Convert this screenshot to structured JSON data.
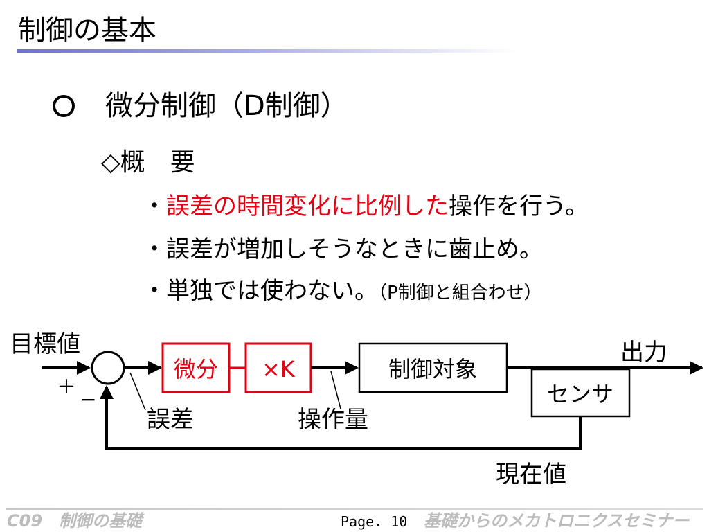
{
  "header": {
    "title": "制御の基本"
  },
  "section": {
    "heading": "微分制御（D制御）",
    "sub_heading": "◇概　要",
    "points": [
      {
        "bullet": "・",
        "highlight": "誤差の時間変化に比例した",
        "rest": "操作を行う。"
      },
      {
        "bullet": "・",
        "text": "誤差が増加しそうなときに歯止め。"
      },
      {
        "bullet": "・",
        "text": "単独では使わない。",
        "note": "（P制御と組合わせ）"
      }
    ]
  },
  "diagram": {
    "labels": {
      "target": "目標値",
      "plus": "＋",
      "minus": "−",
      "error": "誤差",
      "manipulated": "操作量",
      "output": "出力",
      "current": "現在値"
    },
    "blocks": {
      "derivative": "微分",
      "gain": "×K",
      "plant": "制御対象",
      "sensor": "センサ"
    },
    "colors": {
      "highlight": "#e60012",
      "line": "#000000"
    }
  },
  "footer": {
    "left": "C09　制御の基礎",
    "page": "Page. 10",
    "right": "基礎からのメカトロニクスセミナー"
  }
}
